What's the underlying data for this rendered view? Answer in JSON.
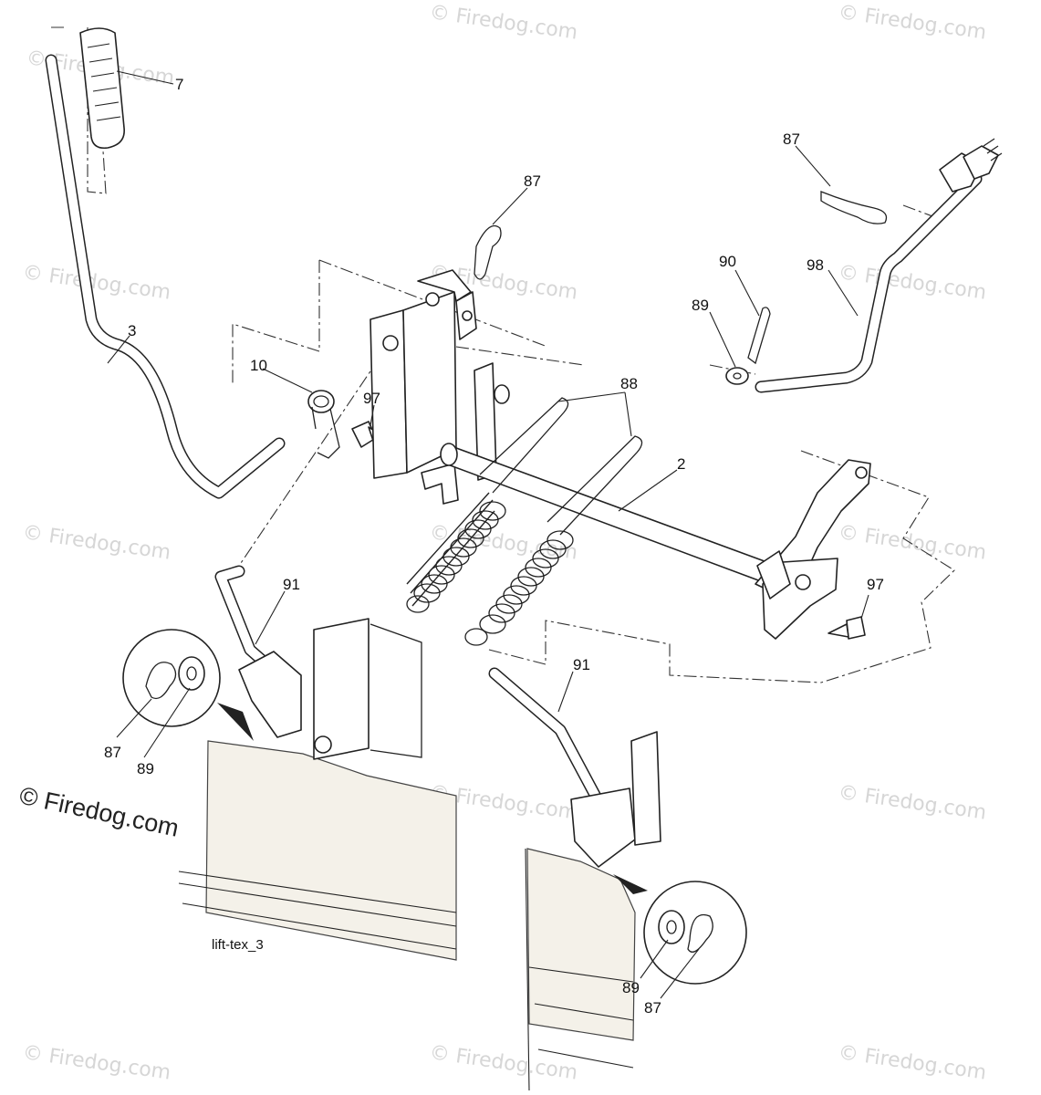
{
  "diagram": {
    "caption": "lift-tex_3",
    "watermark_main": "© Firedog.com",
    "watermark_faint": "© Firedog.com",
    "callouts": {
      "c7": "7",
      "c3": "3",
      "c10": "10",
      "c97a": "97",
      "c87a": "87",
      "c88": "88",
      "c2": "2",
      "c87b": "87",
      "c90": "90",
      "c89a": "89",
      "c98": "98",
      "c97b": "97",
      "c91a": "91",
      "c87c": "87",
      "c89b": "89",
      "c91b": "91",
      "c89c": "89",
      "c87d": "87"
    }
  }
}
